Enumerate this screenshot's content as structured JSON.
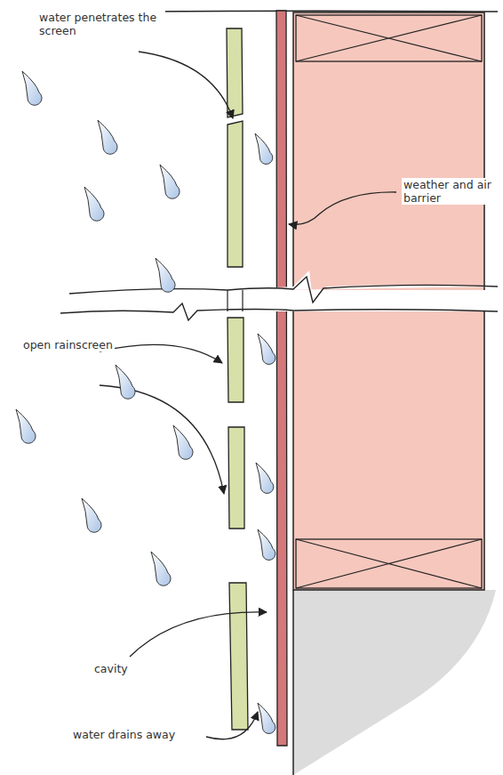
{
  "diagram": {
    "labels": [
      "water penetrates the screen",
      "weather and air barrier",
      "open rainscreen",
      "cavity",
      "water drains away"
    ]
  }
}
